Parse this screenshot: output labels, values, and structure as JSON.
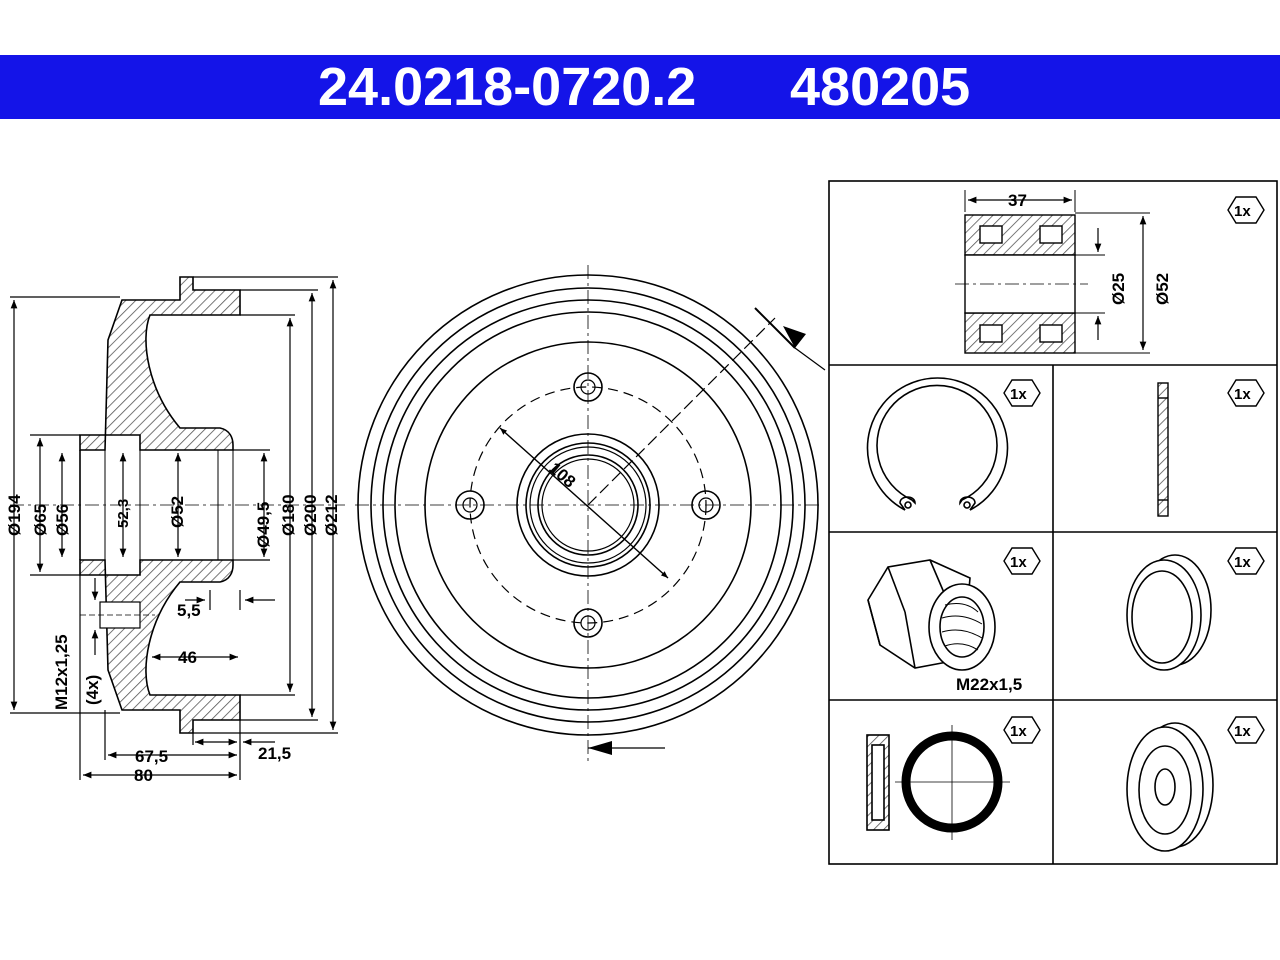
{
  "header": {
    "article_number": "24.0218-0720.2",
    "reference_number": "480205",
    "banner_color": "#1414e8"
  },
  "section_view": {
    "diameters": [
      "Ø194",
      "Ø65",
      "Ø56",
      "Ø52",
      "Ø49,5",
      "Ø180",
      "Ø200",
      "Ø212"
    ],
    "inner_bore": "52,3",
    "offset_small": "5,5",
    "inner_depth": "46",
    "thread": "M12x1,25",
    "thread_count": "(4x)",
    "length_a": "67,5",
    "length_total": "80",
    "rim_width": "21,5"
  },
  "front_view": {
    "pcd": "108"
  },
  "parts": {
    "bearing": {
      "qty": "1x",
      "width": "37",
      "inner_diameter": "Ø25",
      "outer_diameter": "Ø52"
    },
    "circlip": {
      "qty": "1x"
    },
    "washer": {
      "qty": "1x"
    },
    "nut": {
      "qty": "1x",
      "thread": "M22x1,5"
    },
    "cap": {
      "qty": "1x"
    },
    "seal": {
      "qty": "1x"
    },
    "dust_cap": {
      "qty": "1x"
    }
  }
}
